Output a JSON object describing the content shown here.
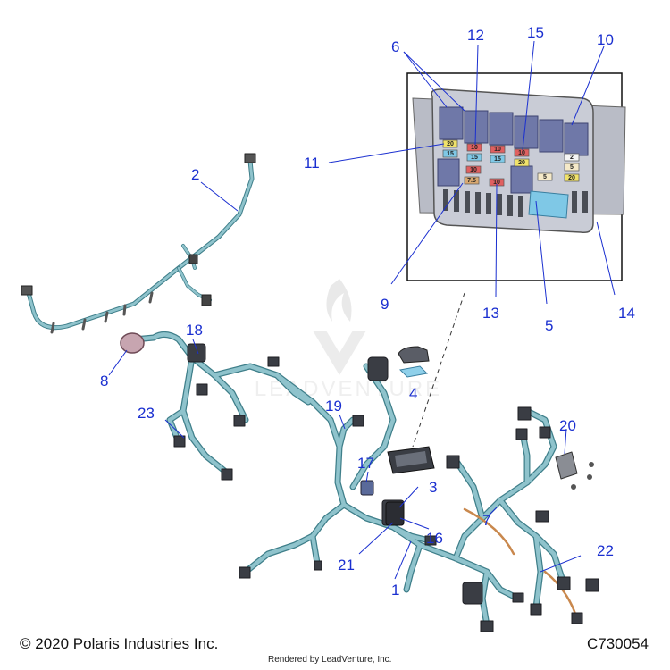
{
  "footer": {
    "copyright": "© 2020 Polaris Industries Inc.",
    "drawing_id": "C730054",
    "rendered_by": "Rendered by LeadVenture, Inc."
  },
  "watermark": "LEADVENTURE",
  "callouts": [
    "1",
    "2",
    "3",
    "4",
    "5",
    "6",
    "7",
    "8",
    "9",
    "10",
    "11",
    "12",
    "13",
    "14",
    "15",
    "16",
    "17",
    "18",
    "19",
    "20",
    "21",
    "22",
    "23"
  ],
  "fuse_labels": [
    "20",
    "15",
    "10",
    "15",
    "10",
    "15",
    "10",
    "20",
    "7.5",
    "10",
    "5",
    "10",
    "2",
    "5",
    "20"
  ],
  "colors": {
    "callout": "#1a2fd0",
    "harness": "#8fc3cc",
    "harness_edge": "#3f7f8a",
    "fuse_box": "#c9ccd6",
    "relay": "#6f78a8"
  }
}
